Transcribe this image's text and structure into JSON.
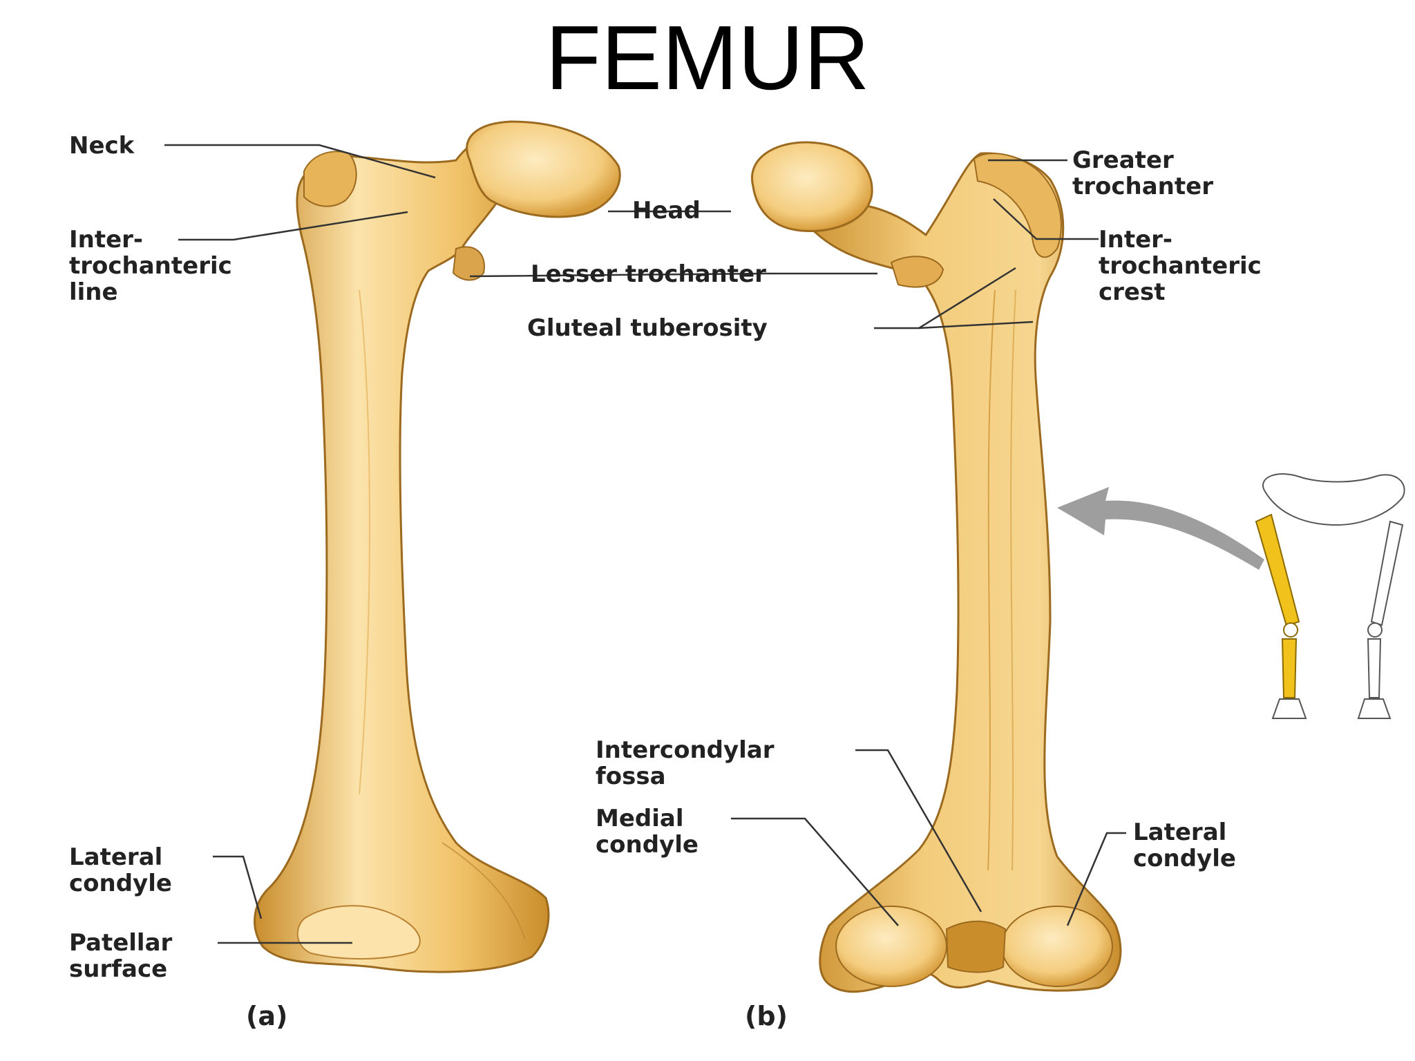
{
  "title": "FEMUR",
  "colors": {
    "bone_fill": "#f0c268",
    "bone_light": "#fbe3ab",
    "bone_shadow": "#c98d2c",
    "bone_edge": "#9c6a1f",
    "highlight_limb": "#f1c21b",
    "arrow": "#9e9e9e",
    "leader": "#333333"
  },
  "views": [
    {
      "id": "a",
      "caption": "(a)"
    },
    {
      "id": "b",
      "caption": "(b)"
    }
  ],
  "labels": {
    "neck": "Neck",
    "head": "Head",
    "intertrochanteric_line": [
      "Inter-",
      "trochanteric",
      "line"
    ],
    "lesser_trochanter": "Lesser trochanter",
    "gluteal_tuberosity": "Gluteal tuberosity",
    "greater_trochanter": [
      "Greater",
      "trochanter"
    ],
    "intertrochanteric_crest": [
      "Inter-",
      "trochanteric",
      "crest"
    ],
    "intercondylar_fossa": [
      "Intercondylar",
      "fossa"
    ],
    "medial_condyle": [
      "Medial",
      "condyle"
    ],
    "lateral_condyle_a": [
      "Lateral",
      "condyle"
    ],
    "patellar_surface": [
      "Patellar",
      "surface"
    ],
    "lateral_condyle_b": [
      "Lateral",
      "condyle"
    ]
  },
  "icons": {
    "arrow": "curved-arrow-icon",
    "skeleton": "lower-limb-skeleton-icon"
  }
}
